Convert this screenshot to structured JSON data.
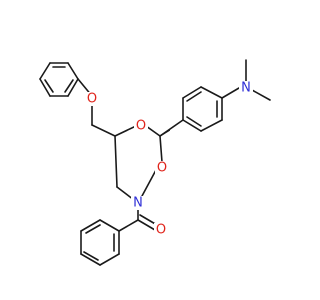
{
  "molecule": {
    "atom_labels": {
      "o_ether": "O",
      "o_ring_1": "O",
      "o_ring_2": "O",
      "n_ring": "N",
      "o_carbonyl": "O",
      "n_dimethyl": "N"
    },
    "colors": {
      "oxygen": "#e0241b",
      "nitrogen": "#2f2fd6",
      "bond": "#1a1a1a"
    }
  }
}
